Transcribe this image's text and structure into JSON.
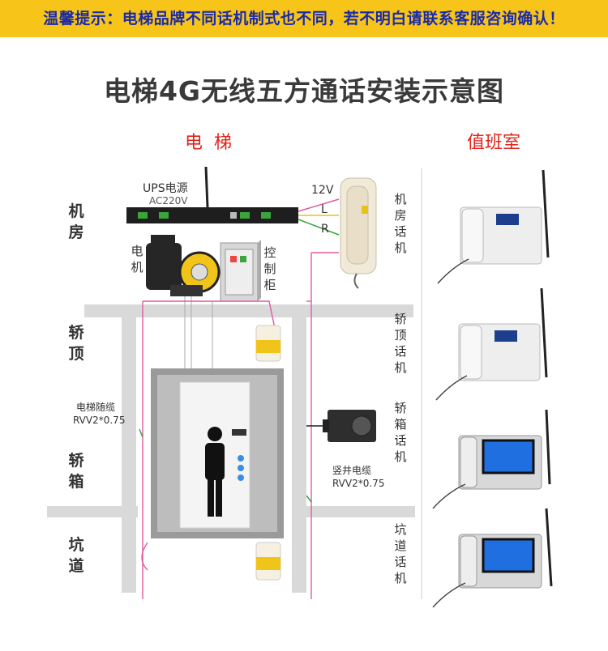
{
  "banner": {
    "text": "温馨提示：电梯品牌不同话机制式也不同，若不明白请联系客服咨询确认！"
  },
  "title": "电梯4G无线五方通话安装示意图",
  "sections": {
    "elevator": "电  梯",
    "duty_room": "值班室"
  },
  "left_labels": {
    "machine_room": "机房",
    "car_top": "轿顶",
    "car": "轿箱",
    "pit": "坑道"
  },
  "right_labels": {
    "machine_room_phone": "机房话机",
    "car_top_phone": "轿顶话机",
    "car_phone": "轿箱话机",
    "pit_phone": "坑道话机"
  },
  "ups": {
    "title": "UPS电源",
    "voltage": "AC220V"
  },
  "wires": {
    "v12": "12V",
    "l": "L",
    "r": "R"
  },
  "motor_label": "电机",
  "cabinet_label": "控制柜",
  "travel_cable": {
    "name": "电梯随缆",
    "spec": "RVV2*0.75"
  },
  "shaft_cable": {
    "name": "竖井电缆",
    "spec": "RVV2*0.75"
  },
  "colors": {
    "banner_bg": "#f7c41a",
    "banner_text": "#1a2aa8",
    "accent_red": "#e2231a",
    "wire_pink": "#e05aa0",
    "wire_green": "#3aa53a",
    "wire_yellow": "#e8c020",
    "shaft_gray": "#d9d9d9"
  }
}
